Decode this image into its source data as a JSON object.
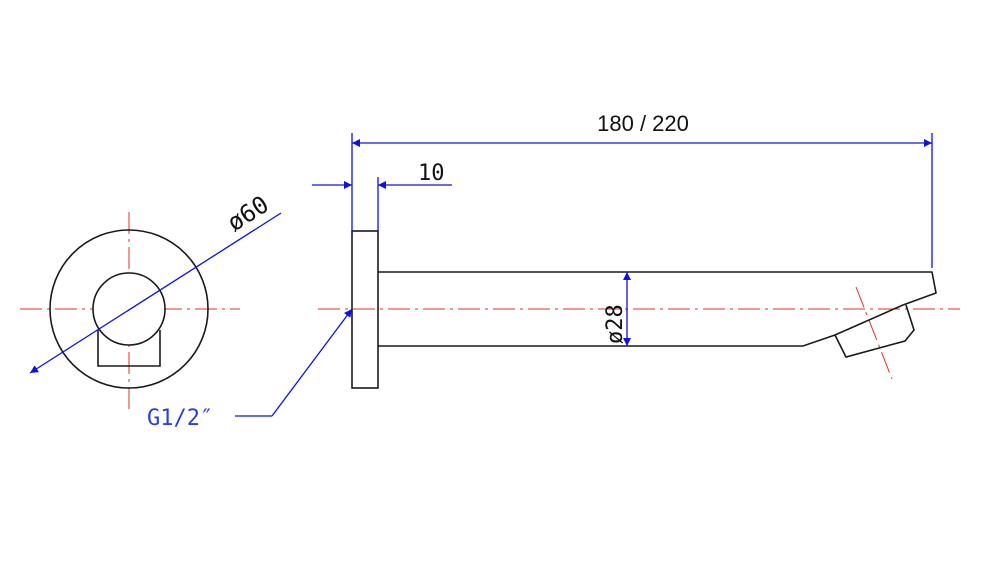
{
  "dimensions": {
    "overall_length": "180 / 220",
    "flange_thickness": "10",
    "flange_diameter": "ø60",
    "spout_diameter": "ø28",
    "thread": "G1/2″"
  },
  "colors": {
    "outline": "#1a1a1a",
    "centerline": "#e0302a",
    "dimension": "#1010e0",
    "thread_label": "#2a3fd6"
  }
}
